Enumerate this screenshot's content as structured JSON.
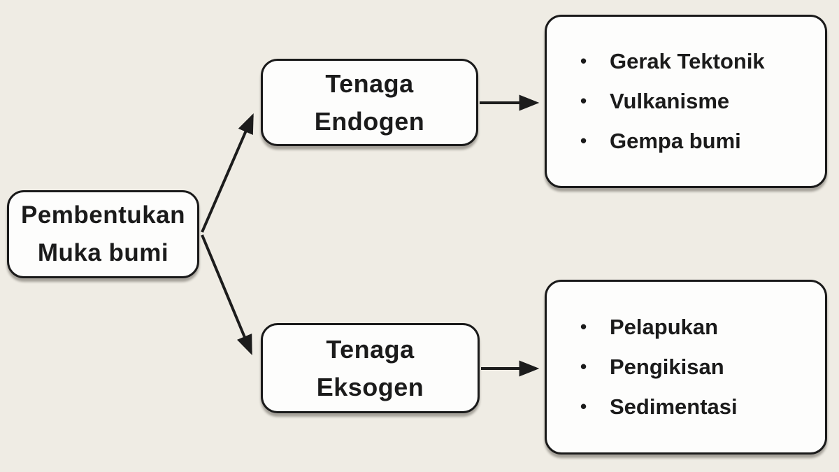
{
  "diagram": {
    "colors": {
      "background": "#efece4",
      "box_fill": "#fdfdfc",
      "box_border": "#1a1a1a",
      "text": "#1b1b1b",
      "arrow": "#1c1c1c"
    },
    "bullet_char": "•",
    "root": {
      "lines": [
        "Pembentukan",
        "Muka bumi"
      ]
    },
    "branches": [
      {
        "id": "tenaga-endogen",
        "lines": [
          "Tenaga",
          "Endogen"
        ],
        "items": [
          "Gerak Tektonik",
          "Vulkanisme",
          "Gempa bumi"
        ]
      },
      {
        "id": "tenaga-eksogen",
        "lines": [
          "Tenaga",
          "Eksogen"
        ],
        "items": [
          "Pelapukan",
          "Pengikisan",
          "Sedimentasi"
        ]
      }
    ]
  }
}
